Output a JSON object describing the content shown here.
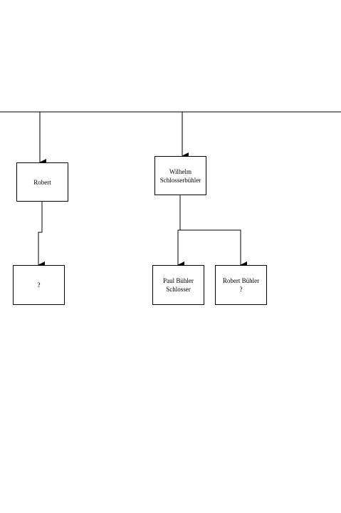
{
  "nodes": {
    "robert": {
      "label": "Robert"
    },
    "wilhelm": {
      "label": "Wilhelm\nSchlosserbühler"
    },
    "unknown": {
      "label": "?"
    },
    "paul": {
      "label": "Paul Bühler\nSchlosser"
    },
    "robert_buehler": {
      "label": "Robert Bühler\n?"
    }
  }
}
